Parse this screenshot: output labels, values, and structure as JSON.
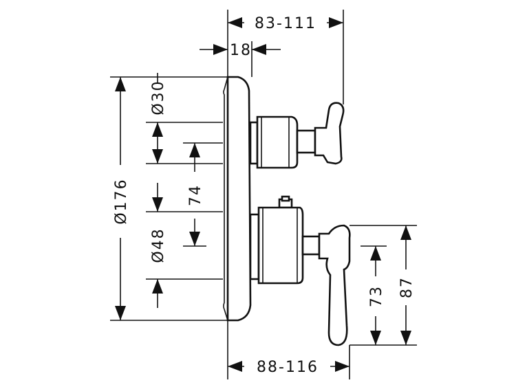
{
  "dimensions": {
    "top_overall": "83-111",
    "top_plate": "18",
    "bottom_overall": "88-116",
    "diameter_plate": "Ø176",
    "diameter_upper": "Ø30",
    "diameter_lower": "Ø48",
    "center_spacing": "74",
    "lever_73": "73",
    "lever_87": "87"
  }
}
